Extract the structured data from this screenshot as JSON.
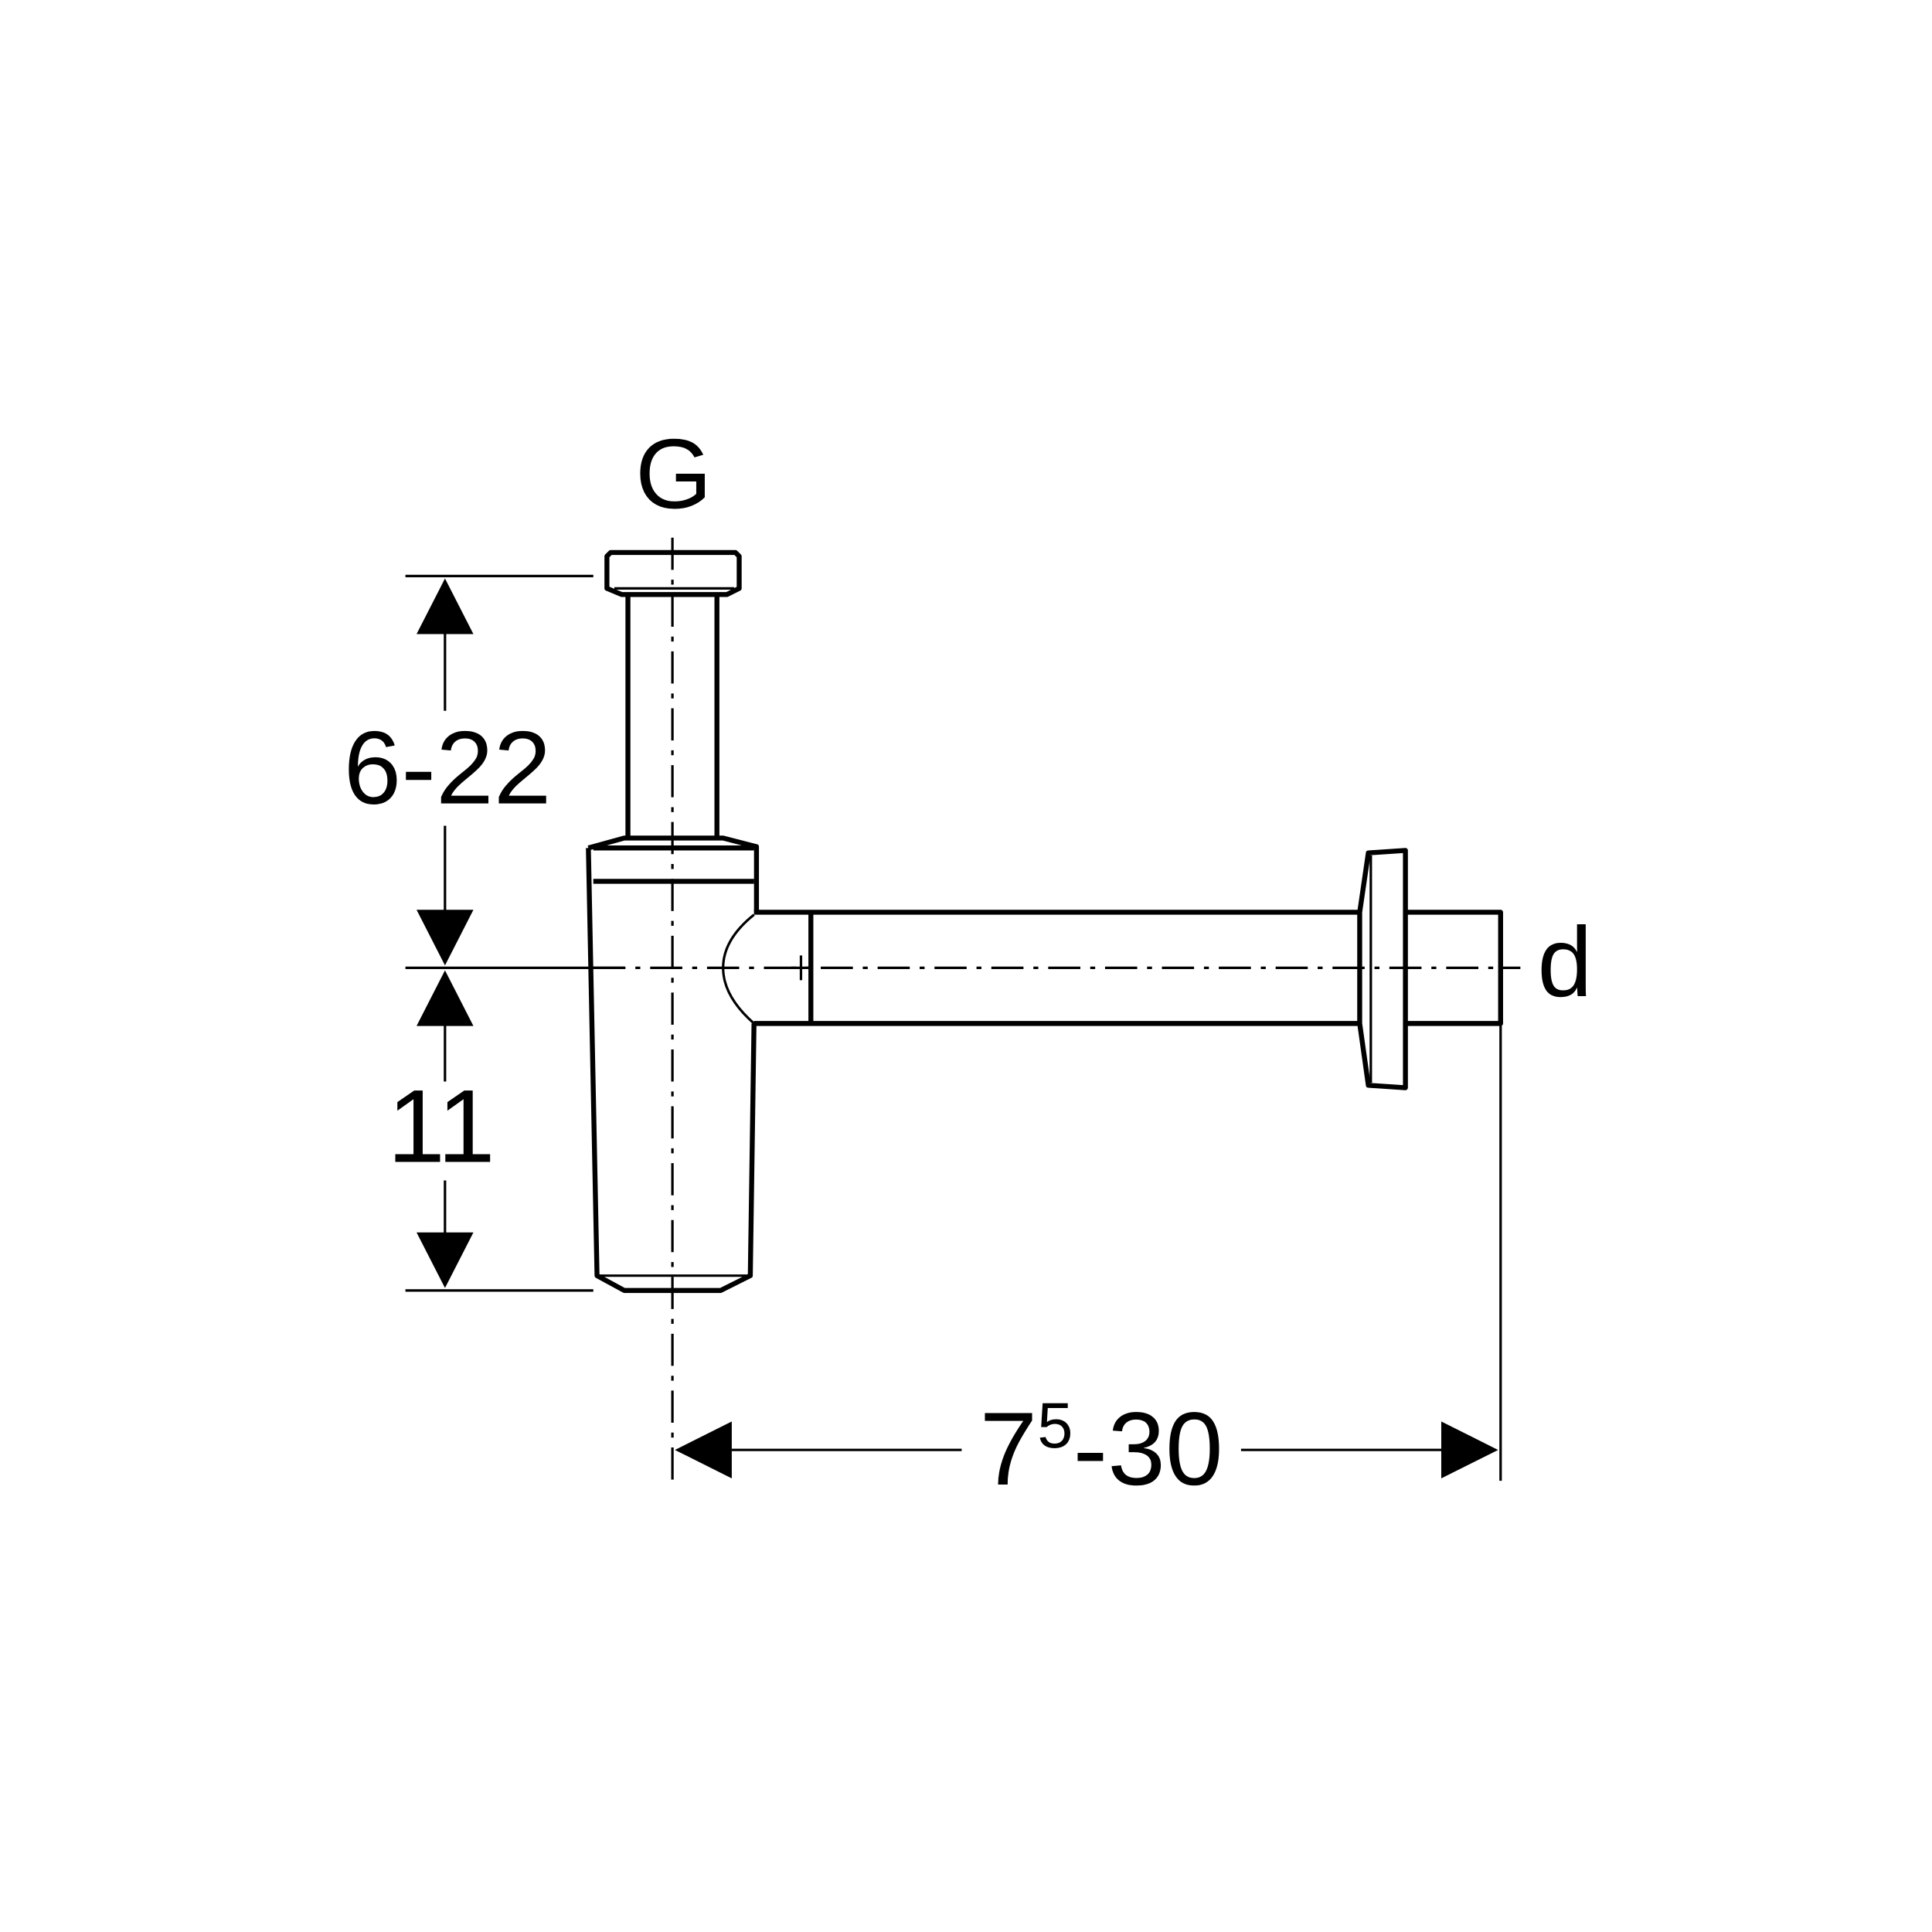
{
  "labels": {
    "top_connection": "G",
    "outlet_diameter": "d",
    "vertical_adjust": "6-22",
    "lower_height": "11",
    "horizontal_main": "7",
    "horizontal_sup": "5",
    "horizontal_rest": "-30"
  },
  "colors": {
    "line": "#000000",
    "background": "#ffffff"
  }
}
